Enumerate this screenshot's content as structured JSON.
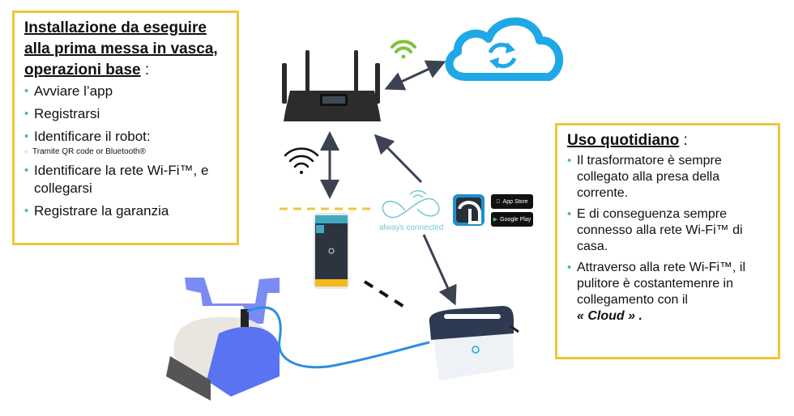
{
  "setup_box": {
    "title_line1": "Installazione da eseguire",
    "title_line2": "alla prima messa in vasca,",
    "title_line3": "operazioni base",
    "title_suffix": " :",
    "items": [
      {
        "label": "Avviare l’app"
      },
      {
        "label": "Registrarsi"
      },
      {
        "label": "Identificare il robot:"
      },
      {
        "label": "Tramite QR code or Bluetooth®",
        "sub": true
      },
      {
        "label": "Identificare la rete Wi-Fi™, e collegarsi"
      },
      {
        "label": "Registrare la garanzia"
      }
    ]
  },
  "daily_box": {
    "title": "Uso quotidiano",
    "title_suffix": " :",
    "items": [
      {
        "label": "Il trasformatore è sempre collegato alla presa della corrente."
      },
      {
        "label": "E di conseguenza sempre connesso alla rete Wi-Fi™ di casa."
      },
      {
        "label": "Attraverso alla rete Wi-Fi™, il pulitore è costantemenre in collegamento con il"
      }
    ],
    "cloud_prefix": "« ",
    "cloud_word": "Cloud",
    "cloud_suffix": " » ."
  },
  "logos": {
    "always_connected": "always connected",
    "app_store": "App Store",
    "google_play": "Google Play"
  },
  "colors": {
    "box_border": "#f0c63a",
    "bullet": "#4ab6c6",
    "cloud": "#1fa8e6",
    "wifi_green": "#7cc23a",
    "robot_blue": "#5a73f0"
  }
}
